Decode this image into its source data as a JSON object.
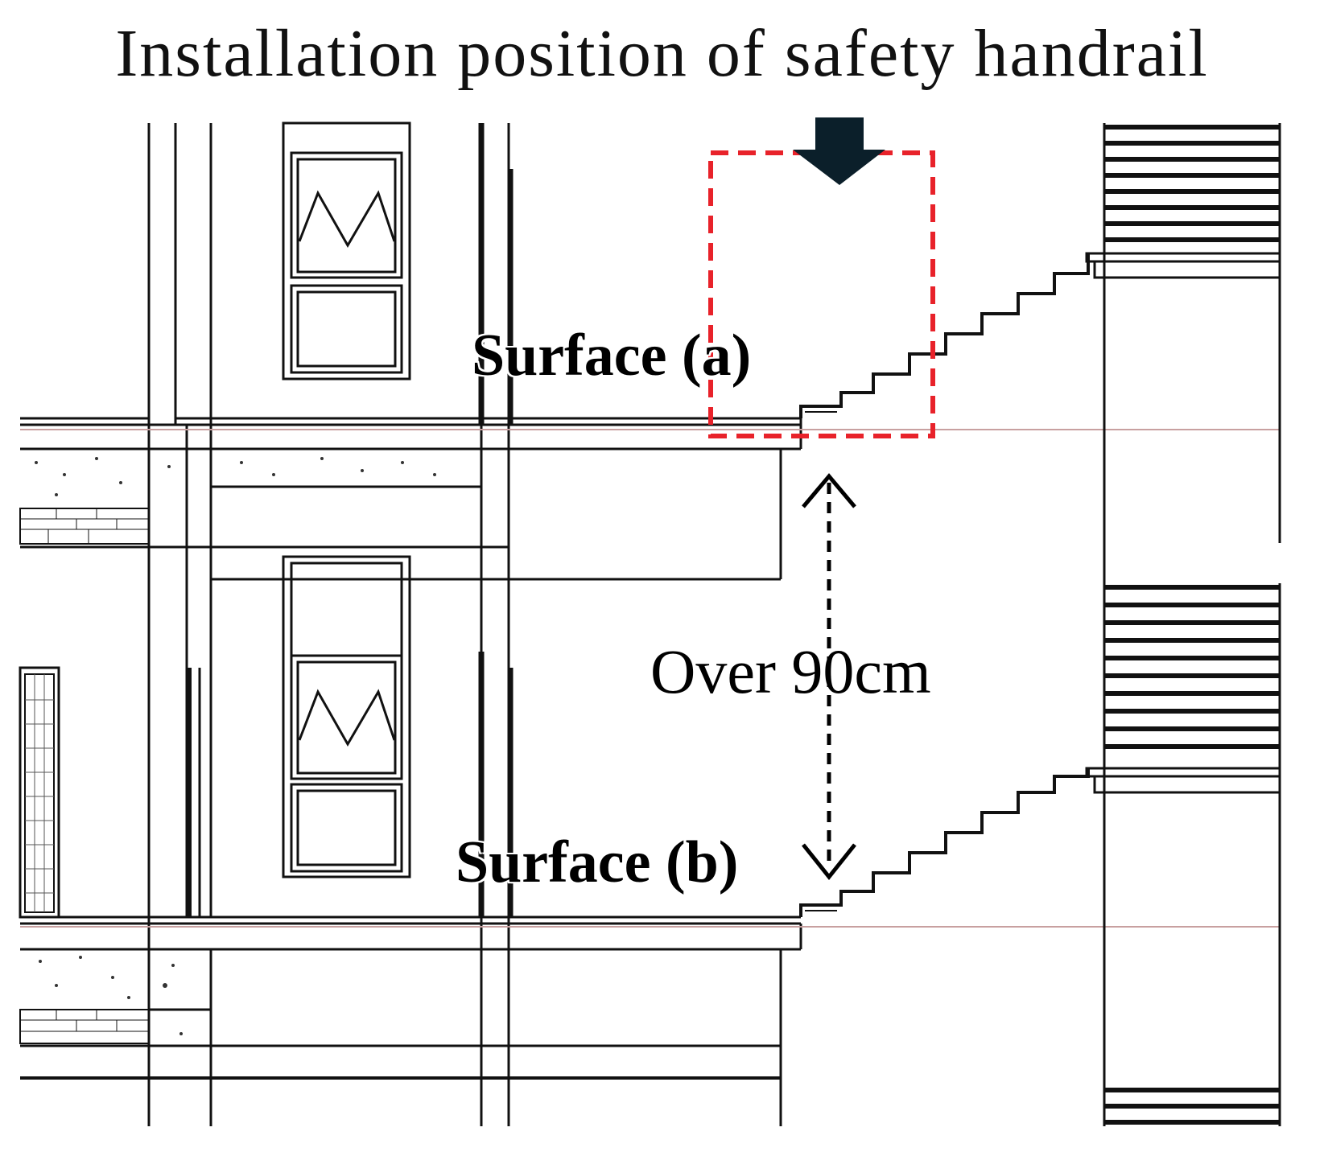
{
  "title": "Installation position of safety handrail",
  "labels": {
    "surface_a": "Surface (a)",
    "surface_b": "Surface (b)",
    "dimension": "Over 90cm"
  },
  "colors": {
    "highlight_box": "#e8222a",
    "floor_line": "#c8a0a0",
    "arrow": "#0b1f2a",
    "lines": "#111111"
  }
}
